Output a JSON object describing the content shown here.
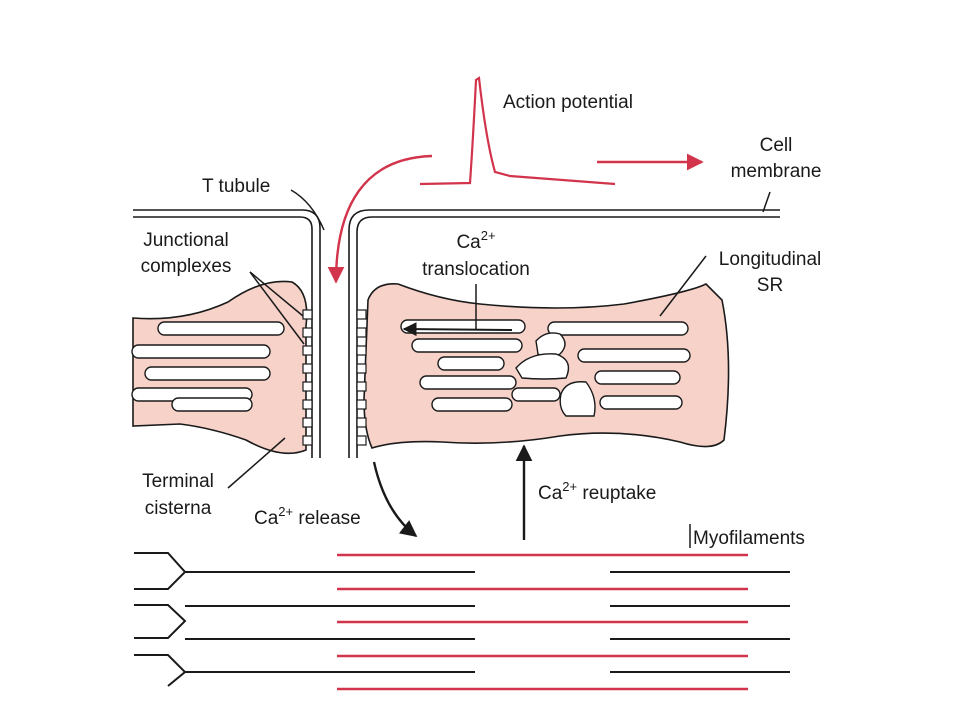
{
  "labels": {
    "action_potential": "Action potential",
    "cell_membrane_line1": "Cell",
    "cell_membrane_line2": "membrane",
    "t_tubule": "T tubule",
    "junctional_line1": "Junctional",
    "junctional_line2": "complexes",
    "ca_translocation_base": "Ca",
    "ca_translocation_sup": "2+",
    "ca_translocation_word": "translocation",
    "longitudinal_line1": "Longitudinal",
    "longitudinal_line2": "SR",
    "terminal_line1": "Terminal",
    "terminal_line2": "cisterna",
    "ca_release_base": "Ca",
    "ca_release_sup": "2+",
    "ca_release_word": " release",
    "ca_reuptake_base": "Ca",
    "ca_reuptake_sup": "2+",
    "ca_reuptake_word": " reuptake",
    "myofilaments": "Myofilaments"
  },
  "colors": {
    "sr_fill": "#f6d2c9",
    "signal_red": "#d2344c",
    "line_dark": "#1a1a1a"
  }
}
